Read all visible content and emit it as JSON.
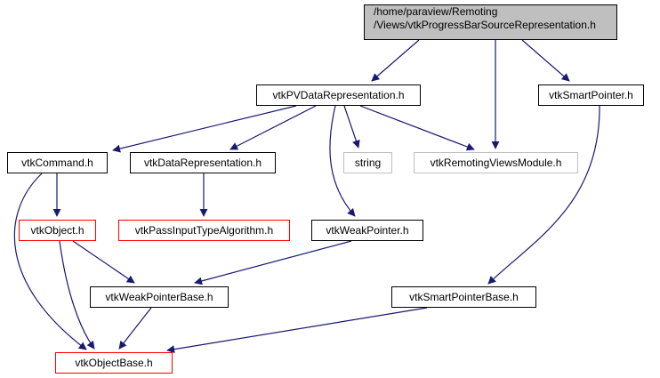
{
  "title": "Include dependency graph for vtkProgressBarSourceRepresentation.h",
  "colors": {
    "edge": "#191970",
    "root_fill": "#bfbfbf",
    "normal_border": "#000000",
    "external_border": "#bfbfbf",
    "truncated_border": "#ff0000"
  },
  "nodes": [
    {
      "id": "root",
      "lines": [
        "/home/paraview/Remoting",
        "/Views/vtkProgressBarSourceRepresentation.h"
      ],
      "kind": "root"
    },
    {
      "id": "pvdata",
      "label": "vtkPVDataRepresentation.h",
      "kind": "normal"
    },
    {
      "id": "smartptr",
      "label": "vtkSmartPointer.h",
      "kind": "normal"
    },
    {
      "id": "command",
      "label": "vtkCommand.h",
      "kind": "normal"
    },
    {
      "id": "datarep",
      "label": "vtkDataRepresentation.h",
      "kind": "normal"
    },
    {
      "id": "string",
      "label": "string",
      "kind": "external"
    },
    {
      "id": "module",
      "label": "vtkRemotingViewsModule.h",
      "kind": "external"
    },
    {
      "id": "object",
      "label": "vtkObject.h",
      "kind": "truncated"
    },
    {
      "id": "passinput",
      "label": "vtkPassInputTypeAlgorithm.h",
      "kind": "truncated"
    },
    {
      "id": "weakptr",
      "label": "vtkWeakPointer.h",
      "kind": "normal"
    },
    {
      "id": "weakbase",
      "label": "vtkWeakPointerBase.h",
      "kind": "normal"
    },
    {
      "id": "smartbase",
      "label": "vtkSmartPointerBase.h",
      "kind": "normal"
    },
    {
      "id": "objbase",
      "label": "vtkObjectBase.h",
      "kind": "truncated"
    }
  ],
  "edges": [
    {
      "from": "root",
      "to": "pvdata"
    },
    {
      "from": "root",
      "to": "module"
    },
    {
      "from": "root",
      "to": "smartptr"
    },
    {
      "from": "pvdata",
      "to": "command"
    },
    {
      "from": "pvdata",
      "to": "datarep"
    },
    {
      "from": "pvdata",
      "to": "string"
    },
    {
      "from": "pvdata",
      "to": "module"
    },
    {
      "from": "pvdata",
      "to": "weakptr"
    },
    {
      "from": "smartptr",
      "to": "smartbase"
    },
    {
      "from": "command",
      "to": "object"
    },
    {
      "from": "command",
      "to": "objbase"
    },
    {
      "from": "datarep",
      "to": "passinput"
    },
    {
      "from": "object",
      "to": "weakbase"
    },
    {
      "from": "object",
      "to": "objbase"
    },
    {
      "from": "weakptr",
      "to": "weakbase"
    },
    {
      "from": "weakbase",
      "to": "objbase"
    },
    {
      "from": "smartbase",
      "to": "objbase"
    }
  ]
}
